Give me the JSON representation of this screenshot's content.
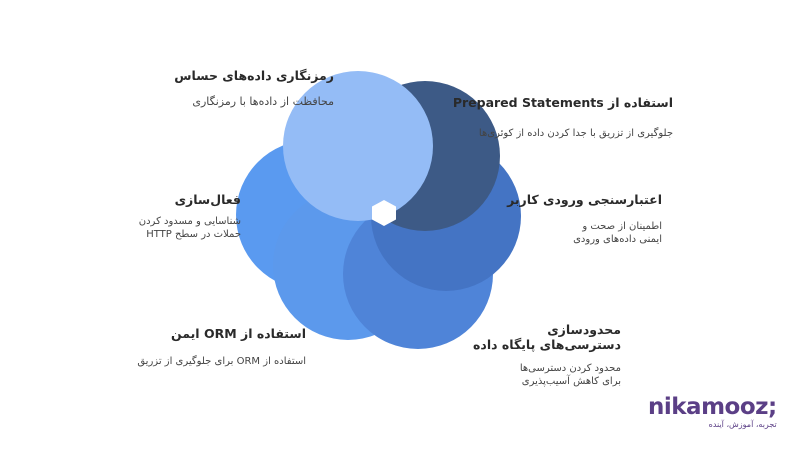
{
  "colors": {
    "petal_top": "#94bcf6",
    "petal_top_right": "#3d5a86",
    "petal_right": "#4474c4",
    "petal_bottom_right": "#4f84d8",
    "petal_bottom_left": "#5c99ec",
    "petal_left": "#5a9af0",
    "brand": "#5b3f86"
  },
  "items": [
    {
      "title": "رمزنگاری داده‌های حساس",
      "desc": "محافظت از داده‌ها با رمزنگاری"
    },
    {
      "title": "استفاده از Prepared Statements",
      "desc": "جلوگیری از تزریق با جدا کردن داده از کوئری‌ها"
    },
    {
      "title": "اعتبارسنجی ورودی کاربر",
      "desc_lines": [
        "اطمینان از صحت و",
        "ایمنی داده‌های ورودی"
      ]
    },
    {
      "title_lines": [
        "محدودسازی",
        "دسترسی‌های پایگاه داده"
      ],
      "desc_lines": [
        "محدود کردن دسترسی‌ها",
        "برای کاهش آسیب‌پذیری"
      ]
    },
    {
      "title": "استفاده از ORM ایمن",
      "desc": "استفاده از ORM برای جلوگیری از تزریق"
    },
    {
      "title": "فعال‌سازی",
      "desc_lines": [
        "شناسایی و مسدود کردن",
        "حملات در سطح HTTP"
      ]
    }
  ],
  "brand": {
    "name": "nikamooz",
    "suffix": ";",
    "tagline": "تجربه، آموزش، آینده"
  }
}
